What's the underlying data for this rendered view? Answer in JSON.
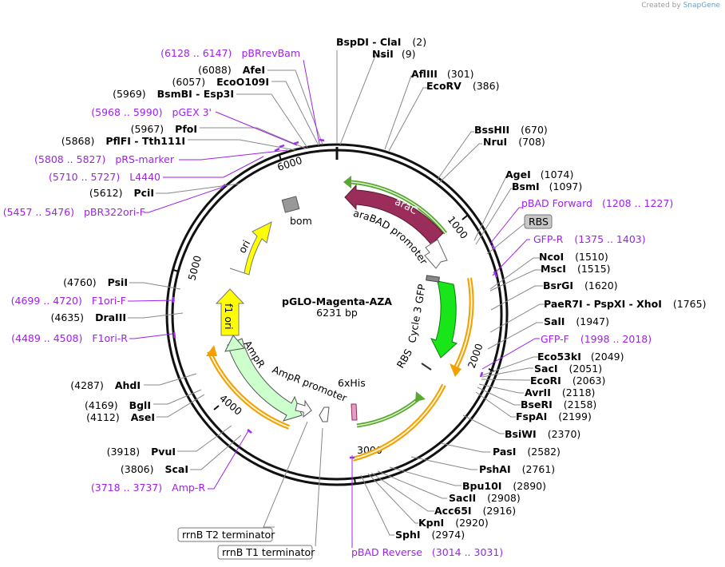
{
  "credit": {
    "prefix": "Created by",
    "brand": "SnapGene"
  },
  "plasmid": {
    "name": "pGLO-Magenta-AZA",
    "length": "6231 bp"
  },
  "ticks": [
    "1000",
    "2000",
    "3000",
    "4000",
    "5000",
    "6000"
  ],
  "colors": {
    "araC": "#9b2d5a",
    "gfp": "#19e619",
    "ori": "#ffff00",
    "ampr": "#ccffcc",
    "orange": "#f2a000",
    "primer": "#9b30e6",
    "backbone": "#111111"
  },
  "sites_right": [
    {
      "name": "BspDI - ClaI",
      "pos": "(2)"
    },
    {
      "name": "NsiI",
      "pos": "(9)"
    },
    {
      "name": "AflIII",
      "pos": "(301)"
    },
    {
      "name": "EcoRV",
      "pos": "(386)"
    },
    {
      "name": "BssHII",
      "pos": "(670)"
    },
    {
      "name": "NruI",
      "pos": "(708)"
    },
    {
      "name": "AgeI",
      "pos": "(1074)"
    },
    {
      "name": "BsmI",
      "pos": "(1097)"
    },
    {
      "name": "NcoI",
      "pos": "(1510)"
    },
    {
      "name": "MscI",
      "pos": "(1515)"
    },
    {
      "name": "BsrGI",
      "pos": "(1620)"
    },
    {
      "name": "PaeR7I - PspXI - XhoI",
      "pos": "(1765)"
    },
    {
      "name": "SalI",
      "pos": "(1947)"
    },
    {
      "name": "Eco53kI",
      "pos": "(2049)"
    },
    {
      "name": "SacI",
      "pos": "(2051)"
    },
    {
      "name": "EcoRI",
      "pos": "(2063)"
    },
    {
      "name": "AvrII",
      "pos": "(2118)"
    },
    {
      "name": "BseRI",
      "pos": "(2158)"
    },
    {
      "name": "FspAI",
      "pos": "(2199)"
    },
    {
      "name": "BsiWI",
      "pos": "(2370)"
    },
    {
      "name": "PasI",
      "pos": "(2582)"
    },
    {
      "name": "PshAI",
      "pos": "(2761)"
    },
    {
      "name": "Bpu10I",
      "pos": "(2890)"
    },
    {
      "name": "SacII",
      "pos": "(2908)"
    },
    {
      "name": "Acc65I",
      "pos": "(2916)"
    },
    {
      "name": "KpnI",
      "pos": "(2920)"
    },
    {
      "name": "SphI",
      "pos": "(2974)"
    }
  ],
  "sites_left": [
    {
      "name": "AfeI",
      "pos": "(6088)"
    },
    {
      "name": "EcoO109I",
      "pos": "(6057)"
    },
    {
      "name": "BsmBI - Esp3I",
      "pos": "(5969)"
    },
    {
      "name": "PfoI",
      "pos": "(5967)"
    },
    {
      "name": "PflFI - Tth111I",
      "pos": "(5868)"
    },
    {
      "name": "PciI",
      "pos": "(5612)"
    },
    {
      "name": "PsiI",
      "pos": "(4760)"
    },
    {
      "name": "DraIII",
      "pos": "(4635)"
    },
    {
      "name": "AhdI",
      "pos": "(4287)"
    },
    {
      "name": "BglI",
      "pos": "(4169)"
    },
    {
      "name": "AseI",
      "pos": "(4112)"
    },
    {
      "name": "PvuI",
      "pos": "(3918)"
    },
    {
      "name": "ScaI",
      "pos": "(3806)"
    }
  ],
  "primers_right": [
    {
      "name": "pBAD Forward",
      "range": "(1208 .. 1227)"
    },
    {
      "name": "GFP-R",
      "range": "(1375 .. 1403)"
    },
    {
      "name": "GFP-F",
      "range": "(1998 .. 2018)"
    }
  ],
  "primers_left": [
    {
      "range": "(6128 .. 6147)",
      "name": "pBRrevBam"
    },
    {
      "range": "(5968 .. 5990)",
      "name": "pGEX 3'"
    },
    {
      "range": "(5808 .. 5827)",
      "name": "pRS-marker"
    },
    {
      "range": "(5710 .. 5727)",
      "name": "L4440"
    },
    {
      "range": "(5457 .. 5476)",
      "name": "pBR322ori-F"
    },
    {
      "range": "(4699 .. 4720)",
      "name": "F1ori-F"
    },
    {
      "range": "(4489 .. 4508)",
      "name": "F1ori-R"
    },
    {
      "range": "(3718 .. 3737)",
      "name": "Amp-R"
    }
  ],
  "primer_bottom": {
    "name": "pBAD Reverse",
    "range": "(3014 .. 3031)"
  },
  "features": {
    "araC": "araC",
    "araBAD": "araBAD promoter",
    "gfp": "Cycle 3 GFP",
    "rbs": "RBS",
    "ori": "ori",
    "f1ori": "f1 ori",
    "ampr": "AmpR",
    "ampr_promoter": "AmpR promoter",
    "his": "6xHis",
    "bom": "bom"
  },
  "boxed": {
    "rbs": "RBS",
    "t2": "rrnB T2 terminator",
    "t1": "rrnB T1 terminator"
  }
}
